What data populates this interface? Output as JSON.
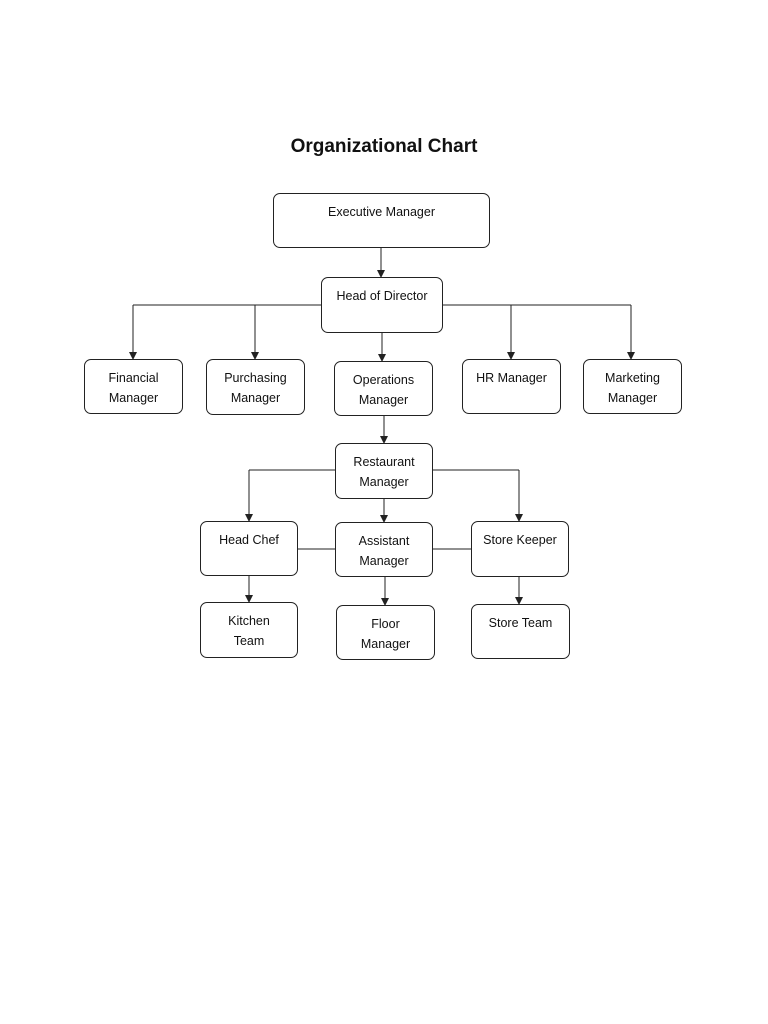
{
  "title": "Organizational Chart",
  "nodes": {
    "executive_manager": "Executive Manager",
    "head_of_director": "Head of Director",
    "financial_manager": "Financial\nManager",
    "purchasing_manager": "Purchasing\nManager",
    "operations_manager": "Operations\nManager",
    "hr_manager": "HR Manager",
    "marketing_manager": "Marketing\nManager",
    "restaurant_manager": "Restaurant\nManager",
    "head_chef": "Head Chef",
    "assistant_manager": "Assistant\nManager",
    "store_keeper": "Store Keeper",
    "kitchen_team": "Kitchen\nTeam",
    "floor_manager": "Floor\nManager",
    "store_team": "Store Team"
  }
}
